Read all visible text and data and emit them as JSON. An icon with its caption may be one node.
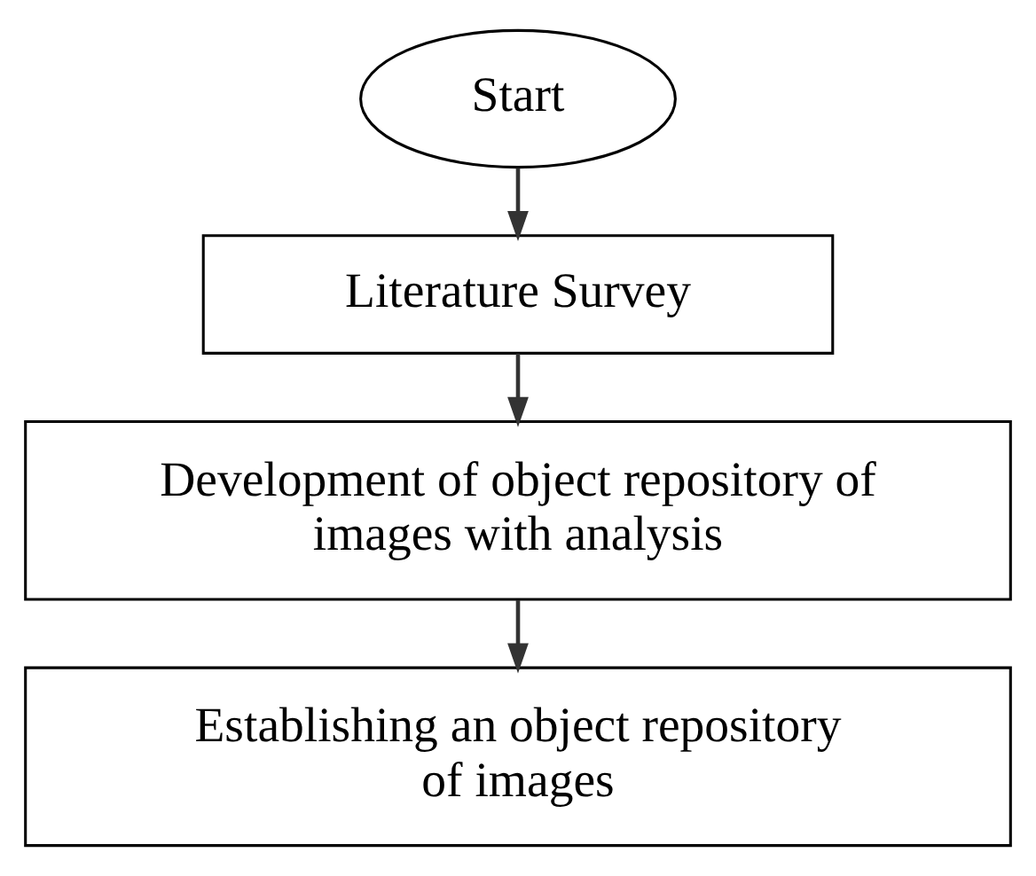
{
  "diagram": {
    "nodes": [
      {
        "text": [
          "Start"
        ]
      },
      {
        "text": [
          "Literature Survey"
        ]
      },
      {
        "text": [
          "Development of object repository of images with analysis"
        ]
      },
      {
        "text": [
          "Establishing an object repository of images"
        ]
      }
    ],
    "edges": [
      {
        "from": 0,
        "to": 1,
        "arrow": "to"
      },
      {
        "from": 1,
        "to": 2,
        "arrow": "to"
      },
      {
        "from": 2,
        "to": 3,
        "arrow": "to"
      }
    ]
  }
}
